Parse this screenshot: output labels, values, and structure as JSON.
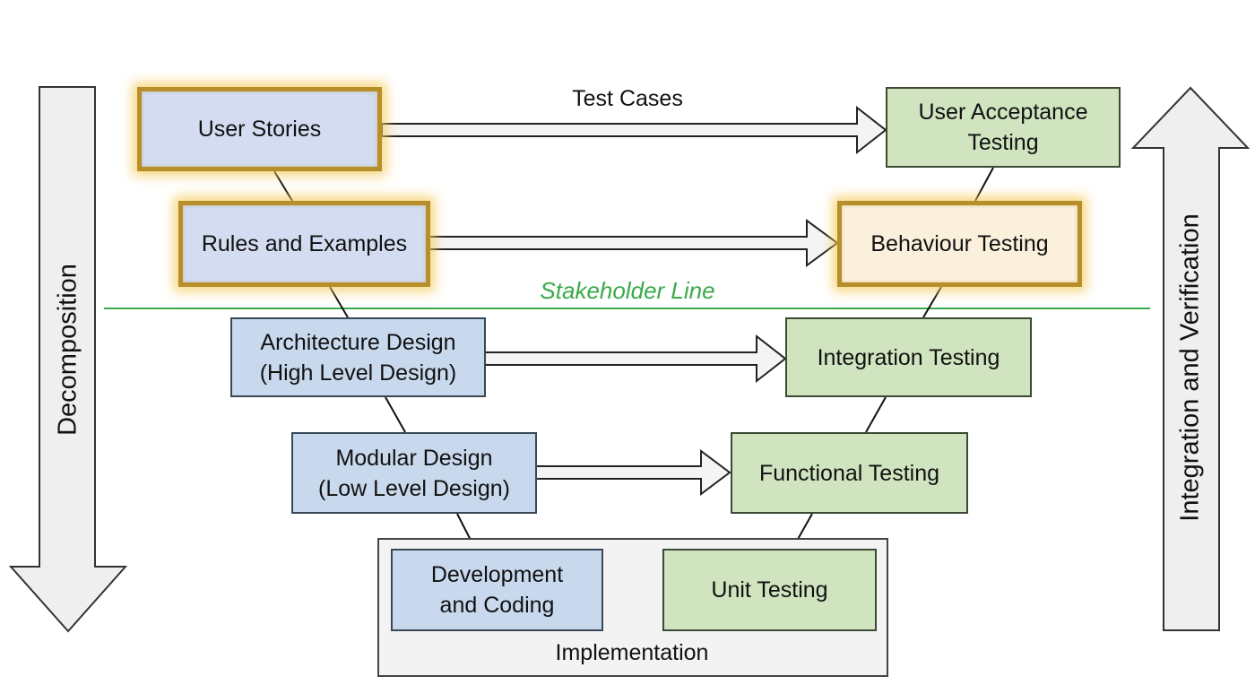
{
  "diagram": {
    "side_labels": {
      "left": "Decomposition",
      "right": "Integration and Verification"
    },
    "stakeholder_line_label": "Stakeholder Line",
    "test_cases_label": "Test Cases",
    "implementation_label": "Implementation",
    "left_boxes": {
      "user_stories": "User Stories",
      "rules_examples": "Rules and Examples",
      "architecture": "Architecture Design\n(High Level Design)",
      "modular": "Modular Design\n(Low Level Design)",
      "development": "Development\nand Coding"
    },
    "right_boxes": {
      "uat": "User Acceptance\nTesting",
      "behaviour": "Behaviour Testing",
      "integration": "Integration Testing",
      "functional": "Functional Testing",
      "unit": "Unit Testing"
    },
    "colors": {
      "design_fill": "#c8d9ee",
      "test_fill": "#cfe4bf",
      "highlight_border": "#b78f2a",
      "stakeholder_line": "#3aaa4a"
    }
  }
}
